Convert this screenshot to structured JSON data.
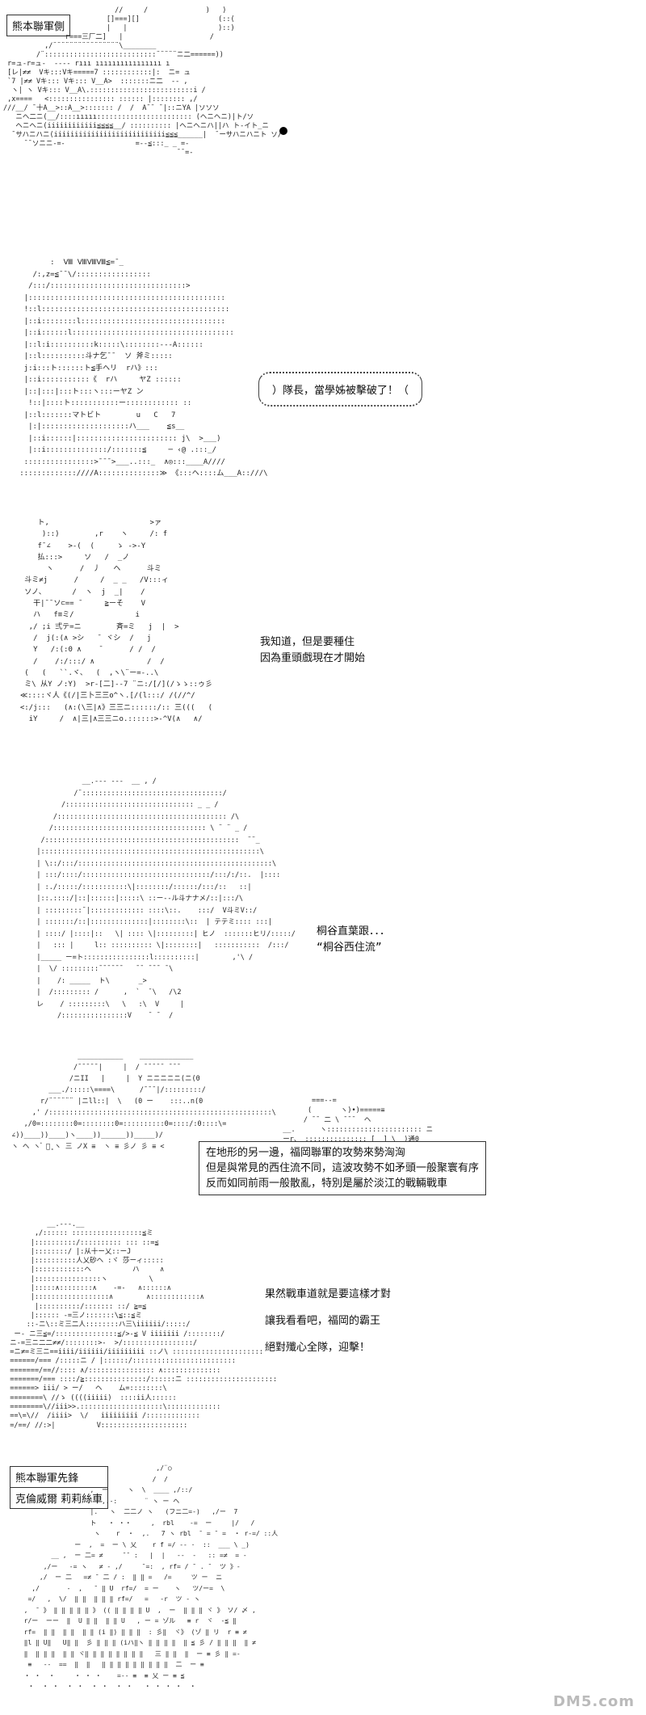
{
  "panels": [
    {
      "label": "熊本聯軍側",
      "art": "                           //     /              )   )\n                         []===][]                   (::(\n                         |   |                      )::)\n               r===三厂二]   |                     /\n          ,/¨¨¨¨¨¨¨¨¨¨¨¨¨¨¨¨\\________\n        /¨:::::::::::::::::::::::::::¨¨¨¨¨ニ二======))\n r=ュ-r=ュ-  ---- rııı ıııııııııııııııı ı\n [レ|≠≠  Vキ:::Vキ=====7 ::::::::::::|:  ニ= ュ\n `7 |≠≠ Vキ::: Vキ::: V__A>  :::::::ニ二  -- ,\n  ヽ| ヽ Vキ::: V__A\\.:::::::::::::::::::::::::i /\n ,x====   <:::::::::::::::: :::::: |:::::::: ,/\n///__/ ¯十A__>::A__>::::::: /  /  A¯¯ ¯|::ニYA |ソソソ\n   ニヘ二ニ(__/::::ııııı::::::::::::::::::::::: (ヘニヘニ)|ト/ソ\n   ヘニヘニ(iiiiiiiiiiii≦≦≦≦__/ :::::::::: |ヘニヘニハ||ハ ト-イト_ニ\n  ¯サハニハニ(iiiiiiiiiiiiiiiiiiiiiiiiiii≦≦≦______|  ¯ーサハニハニト ソ/\n     ¯¯ソニニ-=-                 =--≦:::_ _ =-\n                                          ¯¯=-",
      "tank_dot": true
    },
    {
      "art": "          :  Ⅷ ⅧⅧⅧ≦=¯_\n      /:,z=≦¯¯\\/:::::::::::::::::\n     /:::/:::::::::::::::::::::::::::::::>\n    |:::::::::::::::::::::::::::::::::::::::::::::\n    !::l:::::::::::::::::::::::::::::::::::::::::::\n    |::i::::::::l:::::::::::::::::::::::::::::::::\n    |::i::::::l:::::::::::::::::::::::::::::::::::::\n    |::l:i::::::::::k:::::\\::::::::---A::::::\n    |::l::::::::::斗ナ乞¯¯  ソ 斧ミ:::::\n    j:i:::ト::::::ト≦手ヘリ  rハ》:::\n    |::i:::::::::::《  rハ     ヤZ ::::::\n    |::|:::|:::ト:::ヽ:::ーヤZ ン\n     !::|::::ト:::::::::::ー:::::::::::: ::\n    |::l:::::::マトビト        u   C   7\n     |:|::::::::::::::::::::ハ___    ≦s__\n     |::i::::::|::::::::::::::::::::::: j\\  >___)\n     |::i::::::::::::::/:::::::≦     ─ ‹@ .:::_/\n    ::::::::::::::::>¯¯¯>___..:::_  ∧◎:::____A////\n   :::::::::::::////A::::::::::::::≫ 《:::ヘ::::ム___A::///\\",
      "speech": "）隊長，當學姊被擊破了！（"
    },
    {
      "art": "      ト,                       >ァ\n       )::)        ,r    ヽ     /: f\n      f¯∠    >-(  (     ゝ ->-Y\n      払:::>     ソ   /  _ノ\n        ヽ      /  丿   ヘ      斗ミ\n   斗ミ≠j      /     /  _ _   /V:::ィ\n   ソノ、      /  ヽ  j  _|    /\n     干|¯¯ソ⊂== ¯     ≧ーそ    V\n     ハ   f≡ミ/              i\n    ,/ ;i 弍テ=ニ        斉=ミ   j  |  >\n     /  j(:(∧ >シ   ¯ ヾシ  /   j\n     Y   /:(:0 ∧    ̄       / /  /\n     /    /:/:::/ ∧            /  /\n   (   (   ``.ヾ、  (  ,ヽ\\¨ー=-..\\\n   ミ\\ 从Y ノ:Y)  >r-[二]--7 ¨ニ:/[/](/ゝゝ::ゥ彡\n  ≪::::ヾ人《(/|三卜三三o^ヽ.[/(l:::/ /(//^/\n  <:/j:::   (∧:(\\三|∧》三三ニ::::::/:: 三(((   (\n    iY     /  ∧|三|∧三三ニo.::::::>-^V(∧   ∧/",
      "caption": "我知道，但是要種住\n因為重頭戲現在才開始"
    },
    {
      "art": "              __.--- ---  __ , /\n            /¨::::::::::::::::::::::::::::::::::/\n         /::::::::::::::::::::::::::::::: _ _ /\n       /::::::::::::::::::::::::::::::::::::::::: /\\\n      /::::::::::::::::::::::::::::::::::::: \\ ¨ ¨ _ /\n    /:::::::::::::::::::::::::::::::::::::::::::::::  ¨¨_\n   |:::::::::::::::::::::::::::::::::::::::::::::::::::::\\\n   | \\::/:::/:::::::::::::::::::::::::::::::::::::::::::::::\\\n   | :::/::::/:::::::::::::::::::::::::::::::/:::/:/::.  |::::\n   | :./:::::/:::::::::::\\|::::::::/::::::/:::/::   ::|\n   |::.::::/|::|::::::|:::::\\ ::ー--ル斗ナナメ/::|:::/\\\n   | :::::::::¯|::::::::::::: ::::\\::.    :::/  V斗ミV::/\n   | :::::::/::|::::::::::::::|::::::::\\::  | テテミ:::: :::|\n   | ::::/ |::::|::   \\| :::: \\|:::::::::| ヒノ  :::::::ヒリ/:::::/\n   |   ::: |     l:: :::::::::: \\|::::::::|   :::::::::::  /:::/\n   |_____ ー=ト::::::::::::::::l::::::::::|        ,'\\ /\n   |  \\/ :::::::::¯¯¯¯¯¯   ¯¯ ¯¯¯ ¯\\\n   |    /: _____  ト\\       _>\n   |  /::::::::: /      ,  `  ¯\\   /\\2\n   レ    / :::::::::\\   \\   :\\  V     |\n        /::::::::::::::::V    ¯ ¯  /",
      "caption": "桐谷直葉跟．．．\n“桐谷西住流”"
    },
    {
      "art": "                  ___________    _____________\n                 /¯¯¯¯¯|     |  / ¯¯¯¯¯ ¯¯¯\n                /ニII   |     |  Y ニニニニニ(ニ(0\n           ___./:::::\\====\\      /¯¯¯|/:::::::::/\n         r/¨¨¨¨¨¨ |ニll::|  \\   (0 ー    :::..n(0\n       ,' /::::::::::::::::::::::::::::::::::::::::::::::::::::::\\\n     ,/0=::::::::0=::::::::0=::::::::::0=::::/:0::::\\=\n  ∠))____))____)ヽ____))______))_____)/\n  ヽ ヘ ヽ ゙ フ̥ ヽ 三 ノX ≡  ヽ ≡ 彡ノ 彡 ≡ <",
      "art2": "         ===--=\n        (       ヽ)•)=====≡\n       / ¯¯ 二 \\ ¯¯¯  ヘ\n  __.      ヽ::::::::::::::::::::::: ニ\n  ーr、 ::::::::::::::: [__] \\__)通0\n  r::/   [___]  [__] [___] 通",
      "narration": "在地形的另一邊，福岡聯軍的攻勢來勢洶洶\n但是與常見的西住流不同，這波攻勢不如矛頭一般聚寰有序\n反而如同前雨一般散亂，特別是屬於淡江的戰輛戰車"
    },
    {
      "art": "           __.---.__\n        ,/:::::: :::::::::::::::::≦ミ\n       |::::::::::/:::::::::: ::: ::=≦\n       |::::::::/ |:从十ー乂::ーJ\n       |::::::::::人乂砂ヘ :ヾ 莎ーィ:::::\n       |::::::::::::ヘ          ハ     ∧\n       |::::::::::::::::ヽ          \\\n       |:::::∧::::::::∧    -=-   ∧::::::∧\n       |::::::::::::::::::∧        ∧::::::::::::∧\n        |::::::::::/::::::: ::/ ≧=≦\n       |:::::: -=三ノ:::::::\\≦::≦ミ\n      ::-ニ\\::ミ三二人::::::::ハ三\\iiiiii/:::::/\n   ー‐ ニ三≦=/:::::::::::::::≦/>-≦ V iiiiiii /::::::::/\n  ニ‐=三ニ二二≠≠/::::::::>-  >/:::::::::::::::::/\n  =ニ≠=ミ三ニ==iiii/iiiiii/iiiiiiiii ::ノ\\ ::::::::::::::::::::::\n  ======/=== /:::::ニ / |::::::/:::::::::::::::::::::::::\n  =======/==//:::: ∧/:::::::::::::::: ∧::::::::::::::\n  =======/=== ::::/≧:::::::::::::::/::::::ニ ::::::::::::::::::::::\n  ======> iii/ > ー/   ヘ    ム=::::::::\\\n  ========\\ //ゝ ((((iiiii)  ::::ii人::::::\n  ========\\//iii>>.::::::::::::::::::::\\:::::::::::::\n  ==\\=\\//  /iiii>  \\/   iiiiiiiii /:::::::::::::\n  =/==/ //:>|          V:::::::::::::::::::::",
      "caption": "果然戰車道就是要這樣才對\n讓我看看吧，福岡的霸王\n絕對殲心全隊，迎擊！"
    },
    {
      "labels": [
        "熊本聯軍先鋒",
        "克倫威爾 莉莉絲車"
      ],
      "art": "                                    ,/¨○\n                                   /  /\n                   ,  ー     ヽ  \\  ____ ,/::/\n                      ,.-:       ¨ ヽ ー ヘ\n                   |.   ヽ  二二ノ ヽ   (フニ二=-)   ,/ー  7\n                   ト   ・ ・・     ,  rbl    -=  ー     |/   /\n                    ヽ    r  ・  ,.   7 ヽ rbl  ¯ = ¯ =  ・ r-=/ ::人\n               ー  ,  =  ー \\ 乂    r f =/ -- ·  ::  ___ \\ _)\n         __ ,  ー 二= ≠     ¯¯ :   |  |   --  -   :: =≠  = -\n       ,/ー   -= ヽ   ≠ - ,/     ̄ =:  , rf= / ¯ . ¯  ツ 》-\n      ,/  ー 二   =≠ ¯ 二 / :  ‖ ‖ =   /=     ツ ー  ニ\n    ,/       -  ,   ¯ ‖ U  rf=/  = ー    ヽ   ツ/ー=  \\\n   =/   ,  \\/  ‖ ‖  ‖ ‖ ‖ rf=/   =   -r  ツ - ヽ\n  ,  ¯ 》 ‖ ‖ ‖ ‖ ‖ 》 (( ‖ ‖ ‖ ‖ U  ,  ー  ‖ ‖ ‖ ヾ 》 ソ/ 〆 ,\n  r/ー  ーー  ‖  U ‖ ‖  ‖ ‖ U   , ー = ゾル   ≡ r  ヾ  -≦ ‖\n  rf=  ‖ ‖  ‖ ‖  ‖ ‖ (i ‖) ‖ ‖ ‖  : 彡‖  ヾ》 (ゾ ‖ リ  r ≡ ≠\n  ‖l ‖ U‖   U‖ ‖  彡 ‖ ‖ ‖ (iハ‖ヽ ‖ ‖ ‖ ‖  ‖ ≦ 彡 / ‖ ‖ ‖  ‖ ≠\n  ‖  ‖ ‖ ‖  ‖ ‖ ヾ‖ ‖ ‖ ‖ ‖ ‖ ‖ ‖   三 ‖ ‖  ‖  ー ≡ 彡 ‖ =-\n   ≡   --  ==  ‖  ‖   ‖ ‖ ‖ ‖ ‖ ‖ ‖ ‖ ‖  二  ー ≡\n  ・ ・  ・     ・ ・ ・    =-‐ ≡  ≡ 乂 ー ≡ ≦\n   ・  ・ ・  ・ ・  ・ ・  ・ ・   ・ ・ ・ ・  ・"
    }
  ],
  "watermark": "DM5.com"
}
